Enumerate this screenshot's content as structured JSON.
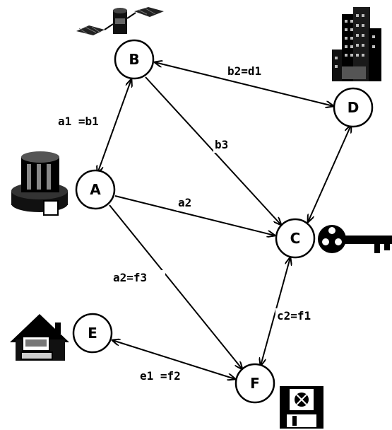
{
  "nodes": {
    "A": {
      "label": "A",
      "icon": "cylinder-device-icon"
    },
    "B": {
      "label": "B",
      "icon": "satellite-icon"
    },
    "C": {
      "label": "C",
      "icon": "key-icon"
    },
    "D": {
      "label": "D",
      "icon": "office-building-icon"
    },
    "E": {
      "label": "E",
      "icon": "house-icon"
    },
    "F": {
      "label": "F",
      "icon": "floppy-disk-icon"
    }
  },
  "edges": {
    "ab": {
      "label": "a1 =b1",
      "from": "A",
      "to": "B",
      "arrows": "both"
    },
    "bd": {
      "label": "b2=d1",
      "from": "B",
      "to": "D",
      "arrows": "both"
    },
    "bc": {
      "label": "b3",
      "from": "B",
      "to": "C",
      "arrows": "to"
    },
    "ac": {
      "label": "a2",
      "from": "A",
      "to": "C",
      "arrows": "to"
    },
    "dc": {
      "label": "",
      "from": "D",
      "to": "C",
      "arrows": "both"
    },
    "af": {
      "label": "a2=f3",
      "from": "A",
      "to": "F",
      "arrows": "to"
    },
    "cf": {
      "label": "c2=f1",
      "from": "C",
      "to": "F",
      "arrows": "both"
    },
    "ef": {
      "label": "e1 =f2",
      "from": "E",
      "to": "F",
      "arrows": "both"
    }
  }
}
